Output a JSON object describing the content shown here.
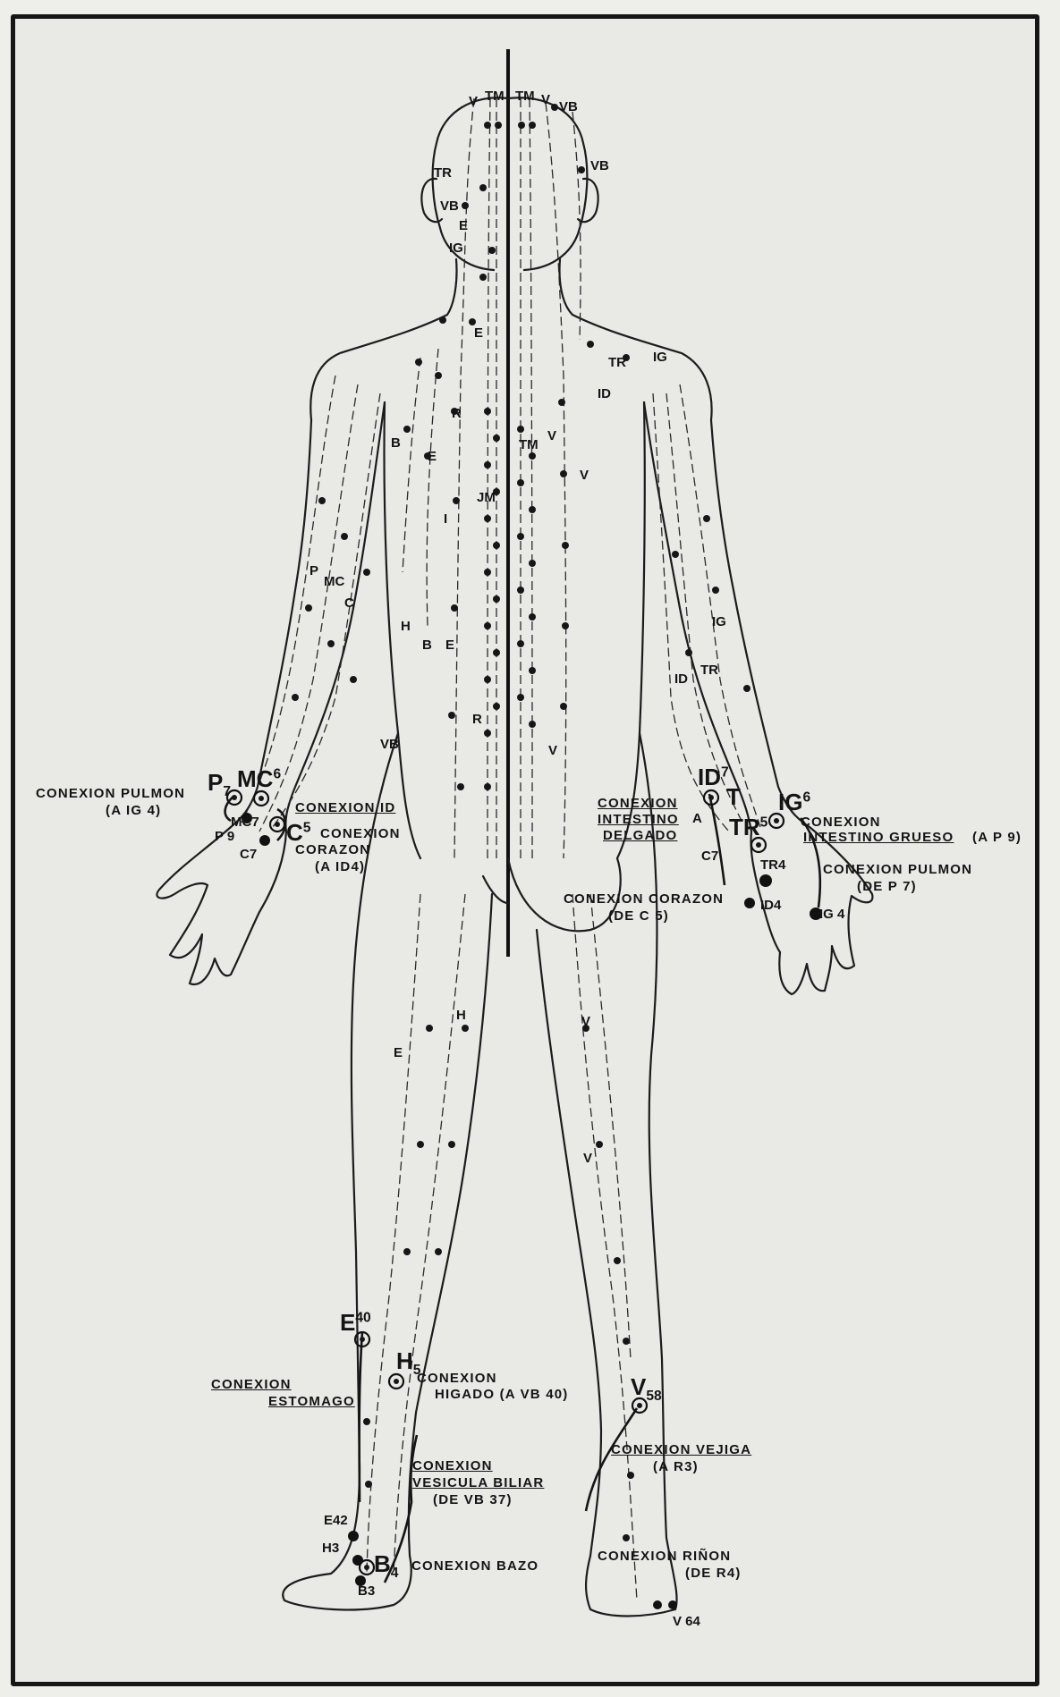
{
  "head": {
    "tm_left": "TM",
    "tm_right": "TM",
    "v_left": "V",
    "v_right": "V",
    "vb_top": "VB",
    "vb_side": "VB",
    "tr": "TR",
    "vb_face": "VB",
    "e": "E",
    "ig": "IG"
  },
  "torso": {
    "e_neck": "E",
    "tr": "TR",
    "ig": "IG",
    "id": "ID",
    "r": "R",
    "b": "B",
    "e": "E",
    "tm": "TM",
    "v": "V",
    "jm": "JM",
    "v2": "V",
    "i": "I"
  },
  "left_arm": {
    "p": "P",
    "mc": "MC",
    "c": "C",
    "h": "H",
    "b": "B",
    "e": "E",
    "r": "R",
    "vb": "VB"
  },
  "right_arm": {
    "ig": "IG",
    "id": "ID",
    "tr": "TR",
    "v": "V"
  },
  "left_wrist": {
    "conexion_pulmon": "CONEXION PULMON",
    "a_ig4": "(A IG 4)",
    "p7_letter": "P",
    "p7_num": "7",
    "mc6_letter": "MC",
    "mc6_num": "6",
    "mc7": "MC7",
    "p9": "P 9",
    "c7": "C7",
    "c5_letter": "C",
    "c5_num": "5",
    "conexion_id": "CONEXION ID",
    "conexion": "CONEXION",
    "corazon": "CORAZON",
    "a_id4": "(A ID4)"
  },
  "right_wrist": {
    "id7_letter": "ID",
    "id7_num": "7",
    "t": "T",
    "a": "A",
    "tr5_letter": "TR",
    "tr5_num": "5",
    "c7": "C7",
    "tr4": "TR4",
    "id4": "ID4",
    "ig6_letter": "IG",
    "ig6_num": "6",
    "ig4": "IG 4",
    "conexion_id": "CONEXION",
    "intestino_delgado_1": "INTESTINO",
    "intestino_delgado_2": "DELGADO",
    "conexion_ig": "CONEXION",
    "intestino_grueso": "INTESTINO GRUESO",
    "a_p9": "(A P 9)",
    "conexion_pulmon": "CONEXION PULMON",
    "de_p7": "(DE P 7)",
    "conexion_corazon": "CONEXION CORAZON",
    "de_c5": "(DE C 5)"
  },
  "legs": {
    "e": "E",
    "h": "H",
    "v": "V",
    "v2": "V",
    "e40_letter": "E",
    "e40_num": "40",
    "h5_letter": "H",
    "h5_num": "5",
    "v58_letter": "V",
    "v58_num": "58",
    "conexion_estomago_1": "CONEXION",
    "conexion_estomago_2": "ESTOMAGO",
    "conexion_higado_1": "CONEXION",
    "conexion_higado_2": "HIGADO (A VB 40)",
    "conexion_vb_1": "CONEXION",
    "conexion_vb_2": "VESICULA BILIAR",
    "conexion_vb_3": "(DE VB 37)",
    "e42": "E42",
    "h3": "H3",
    "b4_letter": "B",
    "b4_num": "4",
    "b3": "B3",
    "conexion_bazo": "CONEXION BAZO",
    "conexion_vejiga": "CONEXION VEJIGA",
    "a_r3": "(A R3)",
    "conexion_rinon": "CONEXION RIÑON",
    "de_r4": "(DE R4)",
    "v64": "V 64"
  }
}
